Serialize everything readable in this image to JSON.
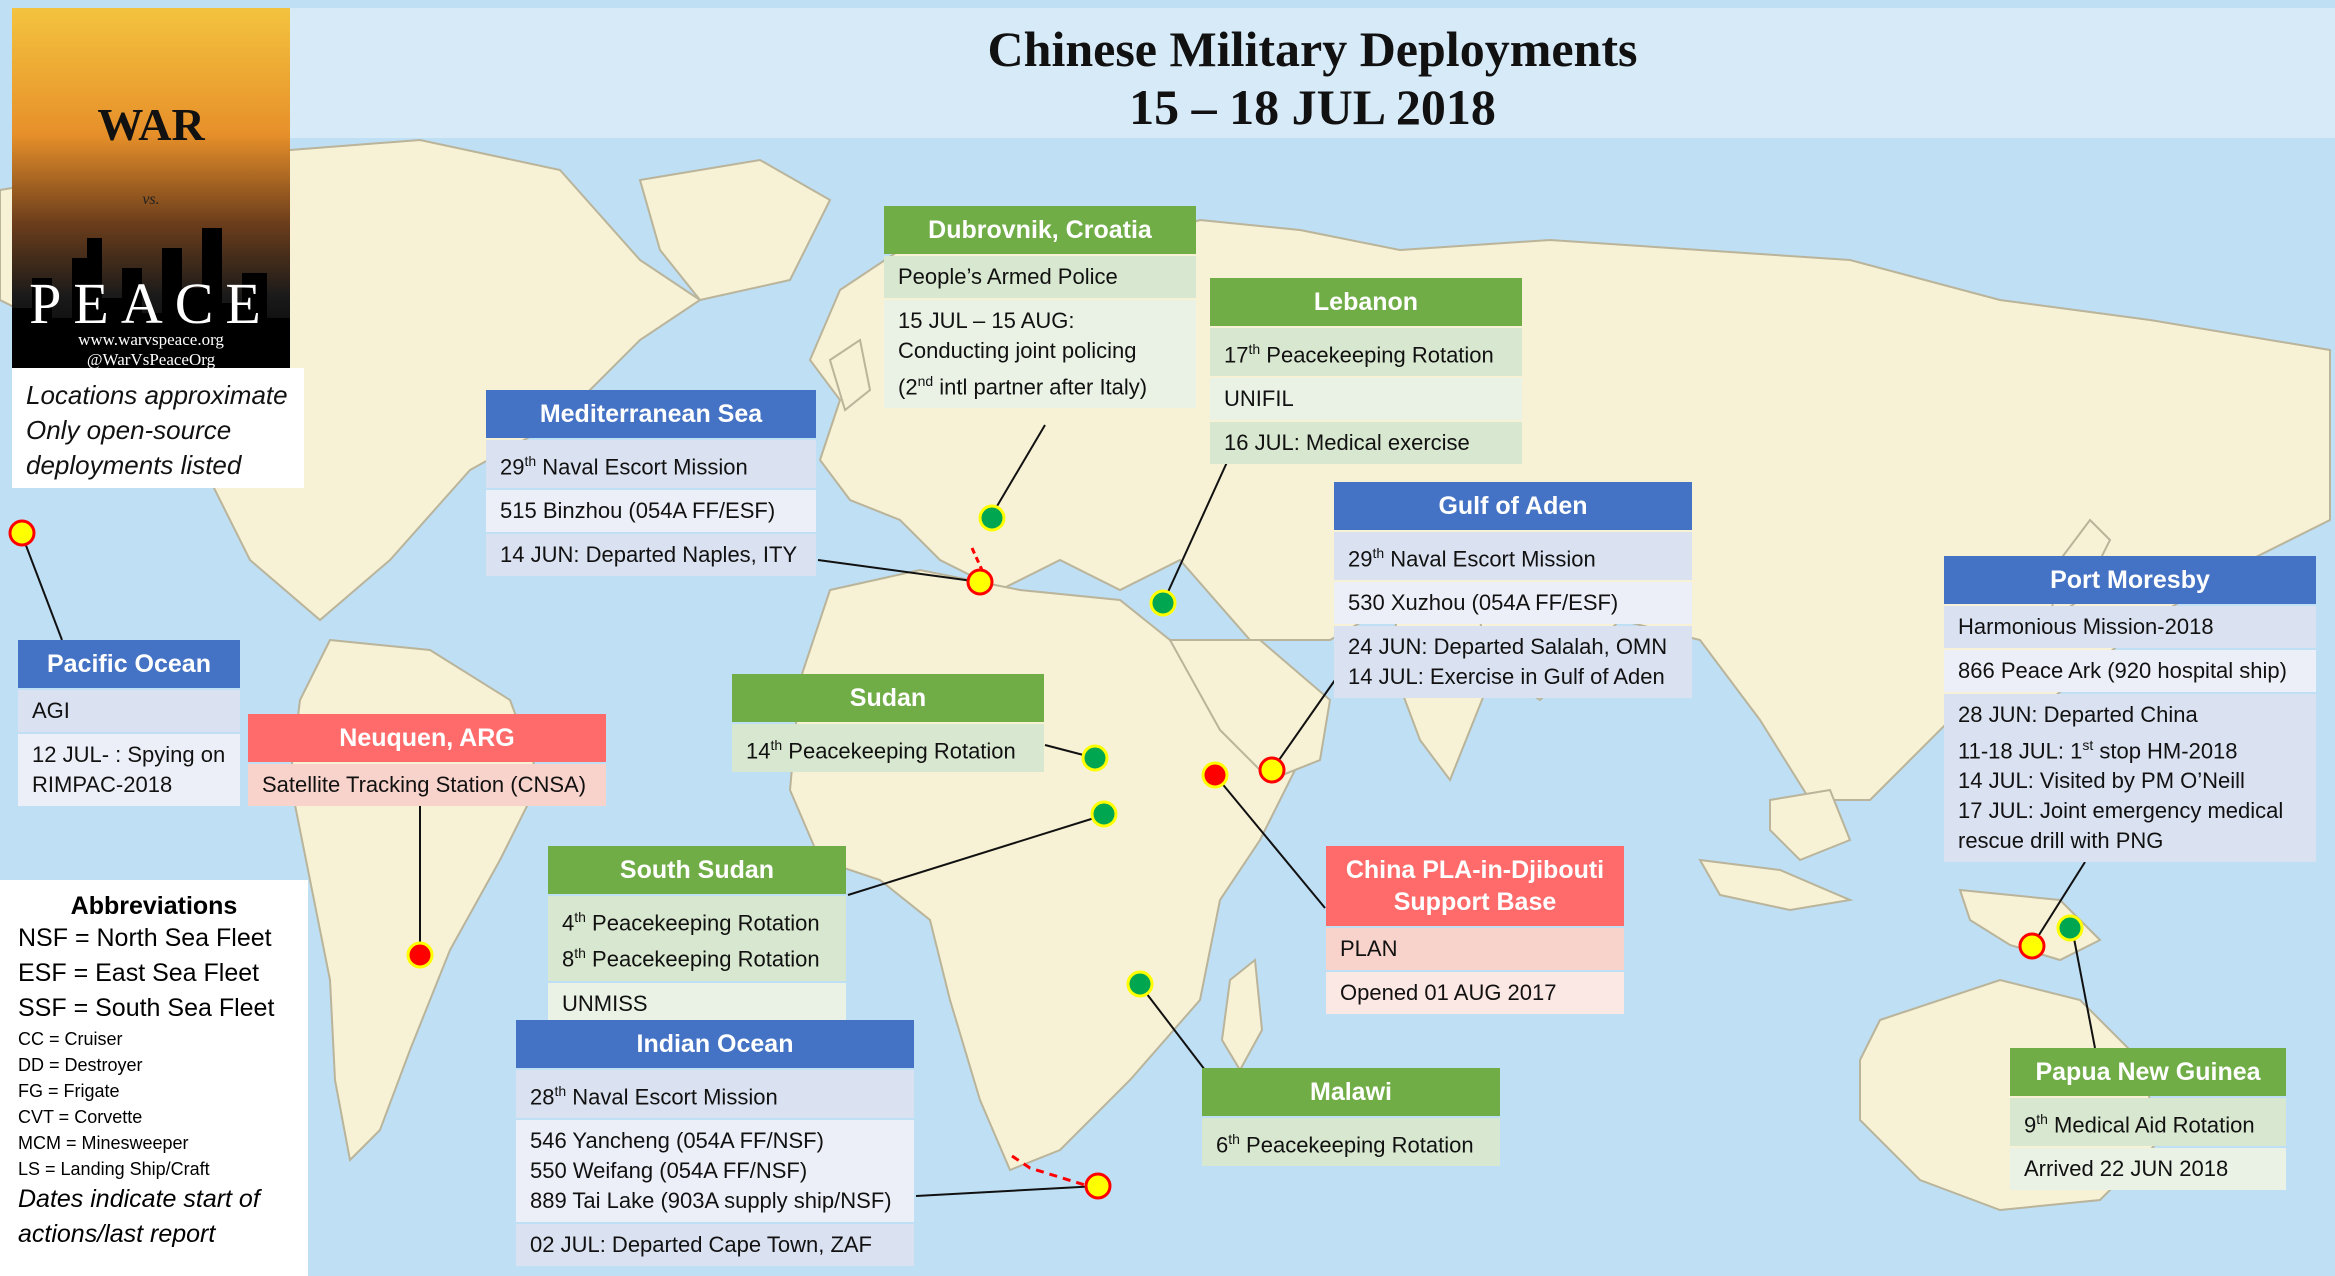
{
  "title": {
    "line1": "Chinese Military Deployments",
    "line2": "15 – 18 JUL 2018"
  },
  "logo": {
    "war": "WAR",
    "vs": "vs.",
    "peace": "PEACE",
    "site": "www.warvspeace.org",
    "handle": "@WarVsPeaceOrg"
  },
  "notes": [
    "Locations approximate",
    "Only open-source",
    "deployments listed"
  ],
  "abbreviations": {
    "heading": "Abbreviations",
    "fleets": [
      "NSF = North Sea Fleet",
      "ESF = East Sea Fleet",
      "SSF = South Sea Fleet"
    ],
    "ship_types": [
      "CC = Cruiser",
      "DD = Destroyer",
      "FG = Frigate",
      "CVT = Corvette",
      "MCM = Minesweeper",
      "LS = Landing Ship/Craft"
    ],
    "footer": [
      "Dates indicate start of",
      "actions/last report"
    ]
  },
  "cards": {
    "dubrovnik": {
      "title": "Dubrovnik, Croatia",
      "r1": "People’s Armed Police",
      "r2a": "15 JUL – 15 AUG:",
      "r2b": "Conducting joint policing",
      "r2c_pre": "(2",
      "r2c_sup": "nd",
      "r2c_post": " intl partner after Italy)"
    },
    "lebanon": {
      "title": "Lebanon",
      "r1_num": "17",
      "r1_sup": "th",
      "r1_post": " Peacekeeping Rotation",
      "r2": "UNIFIL",
      "r3": "16 JUL: Medical exercise"
    },
    "med": {
      "title": "Mediterranean Sea",
      "r1_num": "29",
      "r1_sup": "th",
      "r1_post": " Naval Escort Mission",
      "r2": "515 Binzhou (054A FF/ESF)",
      "r3": "14 JUN: Departed Naples, ITY"
    },
    "aden": {
      "title": "Gulf of Aden",
      "r1_num": "29",
      "r1_sup": "th",
      "r1_post": " Naval Escort Mission",
      "r2": "530 Xuzhou (054A FF/ESF)",
      "r3a": "24 JUN: Departed Salalah, OMN",
      "r3b": "14 JUL: Exercise in Gulf of Aden"
    },
    "moresby": {
      "title": "Port Moresby",
      "r1": "Harmonious Mission-2018",
      "r2": "866 Peace Ark (920 hospital ship)",
      "r3a": "28 JUN: Departed China",
      "r3b_pre": "11-18 JUL: 1",
      "r3b_sup": "st",
      "r3b_post": " stop HM-2018",
      "r3c": "14 JUL: Visited by PM O’Neill",
      "r3d": "17 JUL: Joint emergency medical",
      "r3e": "rescue drill with PNG"
    },
    "pacific": {
      "title": "Pacific Ocean",
      "r1": "AGI",
      "r2a": "12 JUL- : Spying on",
      "r2b": "RIMPAC-2018"
    },
    "neuquen": {
      "title": "Neuquen, ARG",
      "r1": "Satellite Tracking Station (CNSA)"
    },
    "sudan": {
      "title": "Sudan",
      "r1_num": "14",
      "r1_sup": "th",
      "r1_post": " Peacekeeping Rotation"
    },
    "ssudan": {
      "title": "South Sudan",
      "r1_num": "4",
      "r1_sup": "th",
      "r1_post": " Peacekeeping Rotation",
      "r2_num": "8",
      "r2_sup": "th",
      "r2_post": " Peacekeeping Rotation",
      "r3": "UNMISS"
    },
    "djibouti": {
      "title1": "China PLA-in-Djibouti",
      "title2": "Support Base",
      "r1": "PLAN",
      "r2": "Opened 01 AUG 2017"
    },
    "indian": {
      "title": "Indian Ocean",
      "r1_num": "28",
      "r1_sup": "th",
      "r1_post": " Naval Escort Mission",
      "r2a": "546 Yancheng (054A FF/NSF)",
      "r2b": "550 Weifang (054A FF/NSF)",
      "r2c": "889 Tai Lake (903A supply ship/NSF)",
      "r3": "02 JUL: Departed Cape Town, ZAF"
    },
    "malawi": {
      "title": "Malawi",
      "r1_num": "6",
      "r1_sup": "th",
      "r1_post": " Peacekeeping Rotation"
    },
    "png": {
      "title": "Papua New Guinea",
      "r1_num": "9",
      "r1_sup": "th",
      "r1_post": " Medical Aid Rotation",
      "r2": "Arrived 22 JUN 2018"
    }
  },
  "colors": {
    "navy_header": "#4472c4",
    "army_header": "#70ad47",
    "other_header": "#ff6b6b",
    "naval_marker": "#ffff00",
    "naval_marker_ring": "#ff0000",
    "army_marker": "#00a650",
    "land": "#f7f1d5",
    "ocean": "#bfdff5"
  }
}
